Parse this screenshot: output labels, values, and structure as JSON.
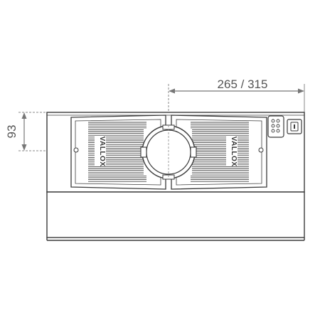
{
  "dimensions": {
    "width_label": "265 / 315",
    "height_label": "93"
  },
  "brand": {
    "left_label": "VALLOX",
    "right_label": "VALLOX"
  },
  "colors": {
    "line": "#3a3a3a",
    "dim_line": "#777777",
    "fin": "#444444"
  }
}
